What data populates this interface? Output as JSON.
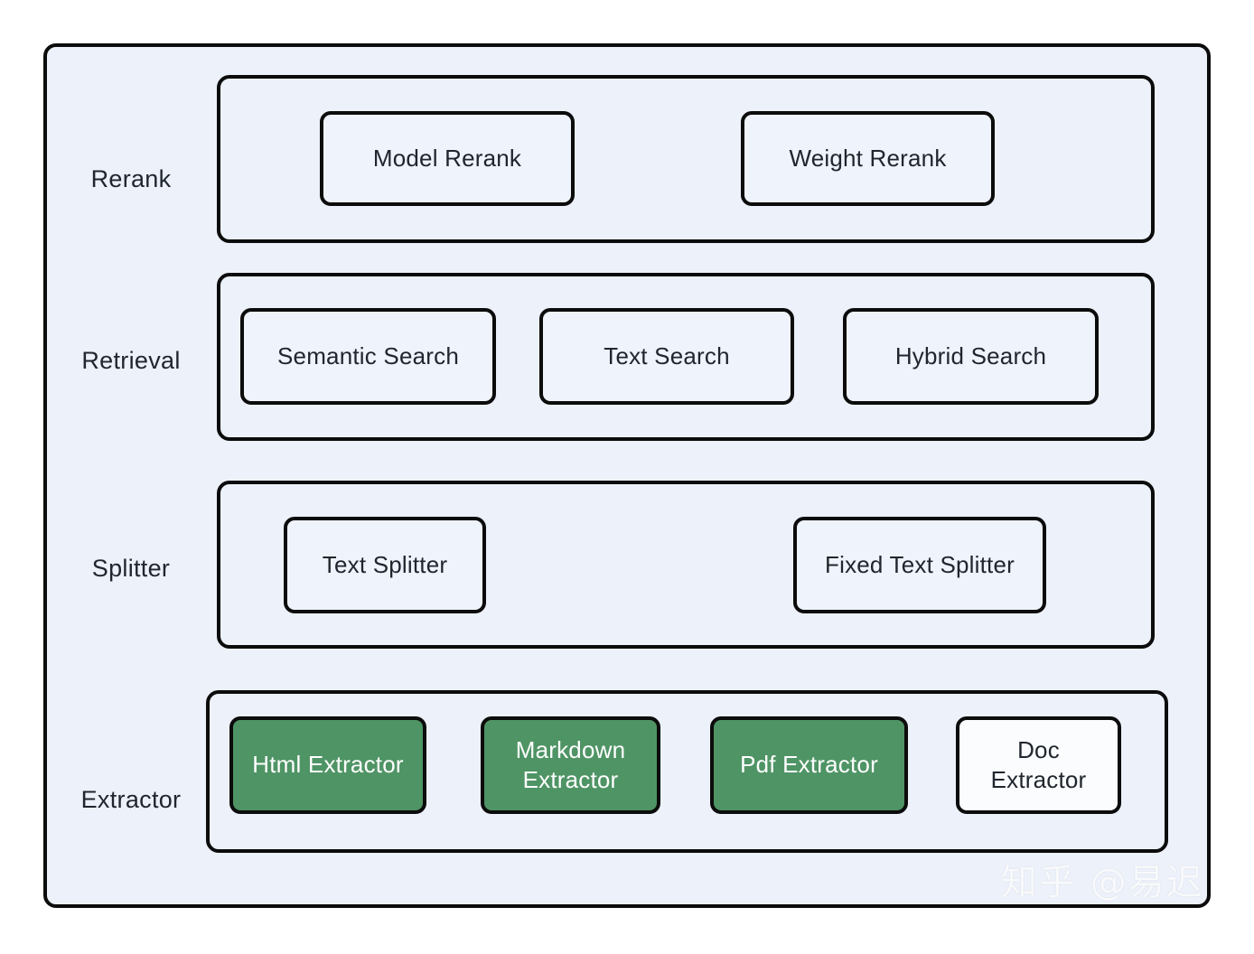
{
  "diagram": {
    "background_color": "#ffffff",
    "container_fill": "#ecf1fa",
    "stroke_color": "#0c0c0c",
    "highlight_color": "#4f9465",
    "highlight_text_color": "#ffffff",
    "text_color": "#20262e",
    "rows": [
      {
        "label": "Rerank",
        "nodes": [
          {
            "label": "Model Rerank",
            "style": "plain"
          },
          {
            "label": "Weight Rerank",
            "style": "plain"
          }
        ]
      },
      {
        "label": "Retrieval",
        "nodes": [
          {
            "label": "Semantic Search",
            "style": "plain"
          },
          {
            "label": "Text  Search",
            "style": "plain"
          },
          {
            "label": "Hybrid  Search",
            "style": "plain"
          }
        ]
      },
      {
        "label": "Splitter",
        "nodes": [
          {
            "label": "Text Splitter",
            "style": "plain"
          },
          {
            "label": "Fixed Text Splitter",
            "style": "plain"
          }
        ]
      },
      {
        "label": "Extractor",
        "nodes": [
          {
            "label": "Html Extractor",
            "style": "filled"
          },
          {
            "label": "Markdown\nExtractor",
            "style": "filled"
          },
          {
            "label": "Pdf Extractor",
            "style": "filled"
          },
          {
            "label": "Doc\nExtractor",
            "style": "white"
          }
        ]
      }
    ]
  },
  "watermark": {
    "text": "知乎 @易迟"
  }
}
